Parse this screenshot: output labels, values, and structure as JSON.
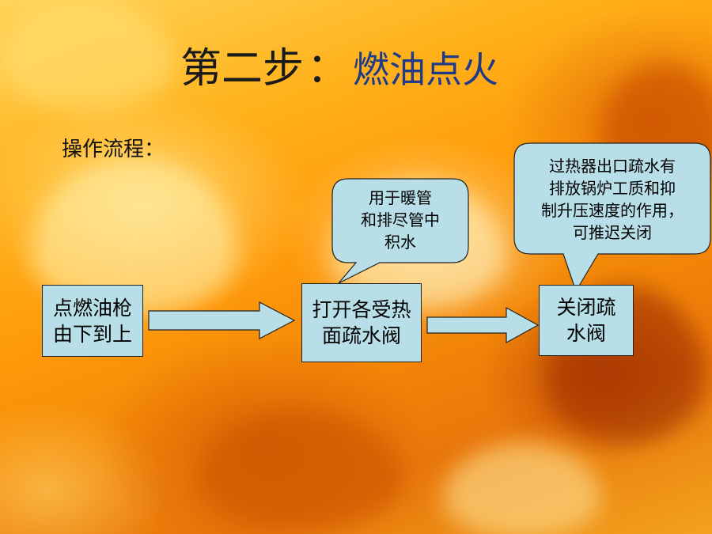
{
  "title": {
    "main": "第二步",
    "separator": "：",
    "sub": "燃油点火"
  },
  "subtitle": "操作流程：",
  "flow": {
    "step1": [
      "点燃油枪",
      "由下到上"
    ],
    "step2": [
      "打开各受热",
      "面疏水阀"
    ],
    "step3": [
      "关闭疏",
      "水阀"
    ]
  },
  "callouts": {
    "left": [
      "用于暖管",
      "和排尽管中",
      "积水"
    ],
    "right": [
      "过热器出口疏水有",
      "排放锅炉工质和抑",
      "制升压速度的作用，",
      "可推迟关闭"
    ]
  },
  "colors": {
    "box_fill": "#b8dfe8",
    "title_main": "#1a1a1a",
    "title_sub": "#1f3a86"
  }
}
